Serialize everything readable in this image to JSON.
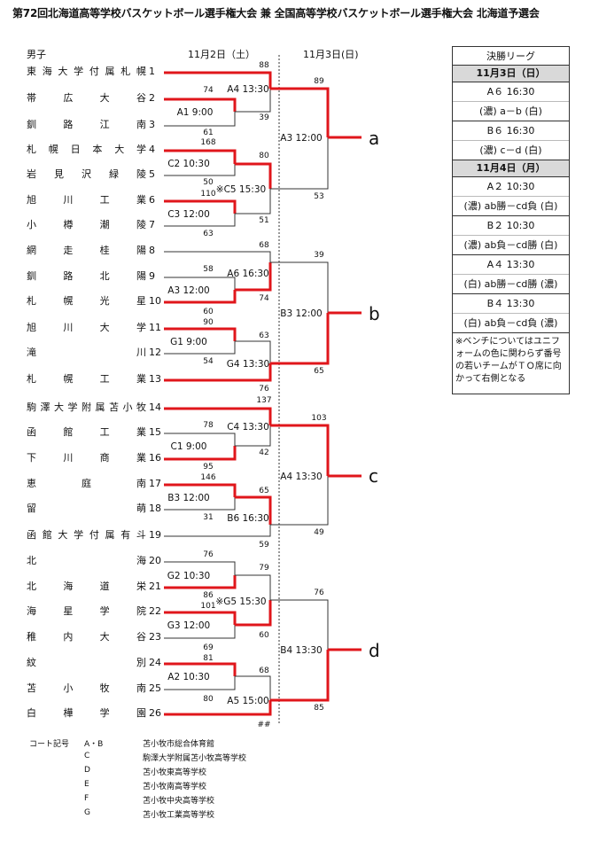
{
  "title": "第72回北海道高等学校バスケットボール選手権大会 兼 全国高等学校バスケットボール選手権大会 北海道予選会",
  "gender": "男子",
  "dates": {
    "day1": "11月2日（土）",
    "day2": "11月3日(日)"
  },
  "teams": [
    {
      "seed": "1",
      "chars": [
        "東",
        "海",
        "大",
        "学",
        "付",
        "属",
        "札",
        "幌"
      ]
    },
    {
      "seed": "2",
      "chars": [
        "帯",
        "広",
        "大",
        "谷"
      ]
    },
    {
      "seed": "3",
      "chars": [
        "釧",
        "路",
        "江",
        "南"
      ]
    },
    {
      "seed": "4",
      "chars": [
        "札",
        "幌",
        "日",
        "本",
        "大",
        "学"
      ]
    },
    {
      "seed": "5",
      "chars": [
        "岩",
        "見",
        "沢",
        "緑",
        "陵"
      ]
    },
    {
      "seed": "6",
      "chars": [
        "旭",
        "川",
        "工",
        "業"
      ]
    },
    {
      "seed": "7",
      "chars": [
        "小",
        "樽",
        "潮",
        "陵"
      ]
    },
    {
      "seed": "8",
      "chars": [
        "網",
        "走",
        "桂",
        "陽"
      ]
    },
    {
      "seed": "9",
      "chars": [
        "釧",
        "路",
        "北",
        "陽"
      ]
    },
    {
      "seed": "10",
      "chars": [
        "札",
        "幌",
        "光",
        "星"
      ]
    },
    {
      "seed": "11",
      "chars": [
        "旭",
        "川",
        "大",
        "学"
      ]
    },
    {
      "seed": "12",
      "chars": [
        "滝",
        "川"
      ]
    },
    {
      "seed": "13",
      "chars": [
        "札",
        "幌",
        "工",
        "業"
      ]
    },
    {
      "seed": "14",
      "chars": [
        "駒",
        "澤",
        "大",
        "学",
        "附",
        "属",
        "苫",
        "小",
        "牧"
      ]
    },
    {
      "seed": "15",
      "chars": [
        "函",
        "館",
        "工",
        "業"
      ]
    },
    {
      "seed": "16",
      "chars": [
        "下",
        "川",
        "商",
        "業"
      ]
    },
    {
      "seed": "17",
      "chars": [
        "恵",
        "庭",
        "南"
      ]
    },
    {
      "seed": "18",
      "chars": [
        "留",
        "萌"
      ]
    },
    {
      "seed": "19",
      "chars": [
        "函",
        "館",
        "大",
        "学",
        "付",
        "属",
        "有",
        "斗"
      ]
    },
    {
      "seed": "20",
      "chars": [
        "北",
        "海"
      ]
    },
    {
      "seed": "21",
      "chars": [
        "北",
        "海",
        "道",
        "栄"
      ]
    },
    {
      "seed": "22",
      "chars": [
        "海",
        "星",
        "学",
        "院"
      ]
    },
    {
      "seed": "23",
      "chars": [
        "稚",
        "内",
        "大",
        "谷"
      ]
    },
    {
      "seed": "24",
      "chars": [
        "紋",
        "別"
      ]
    },
    {
      "seed": "25",
      "chars": [
        "苫",
        "小",
        "牧",
        "南"
      ]
    },
    {
      "seed": "26",
      "chars": [
        "白",
        "樺",
        "学",
        "園"
      ]
    }
  ],
  "matches": {
    "m1": "A1 9:00",
    "m2": "C2 10:30",
    "m3": "C3 12:00",
    "m4": "A3 12:00",
    "m5": "G1 9:00",
    "m6": "C1 9:00",
    "m7": "B3 12:00",
    "m8": "G2 10:30",
    "m9": "G3 12:00",
    "m10": "A2 10:30",
    "r2a": "A4 13:30",
    "r2b": "※C5 15:30",
    "r2c": "A6 16:30",
    "r2d": "G4 13:30",
    "r2e": "C4 13:30",
    "r2f": "B6 16:30",
    "r2g": "※G5 15:30",
    "r2h": "A5 15:00",
    "r3a": "A3 12:00",
    "r3b": "B3 12:00",
    "r3c": "A4 13:30",
    "r3d": "B4 13:30"
  },
  "scores": {
    "s1": "88",
    "s2": "74",
    "s3": "39",
    "s4": "61",
    "s5": "168",
    "s6": "80",
    "s7": "50",
    "s8": "110",
    "s9": "51",
    "s10": "63",
    "s11": "68",
    "s12": "58",
    "s13": "74",
    "s14": "60",
    "s15": "90",
    "s16": "63",
    "s17": "54",
    "s18": "76",
    "s19": "137",
    "s20": "78",
    "s21": "42",
    "s22": "95",
    "s23": "146",
    "s24": "65",
    "s25": "31",
    "s26": "59",
    "s27": "76",
    "s28": "79",
    "s29": "86",
    "s30": "101",
    "s31": "60",
    "s32": "69",
    "s33": "81",
    "s34": "68",
    "s35": "80",
    "s36": "##",
    "f1": "89",
    "f2": "53",
    "f3": "39",
    "f4": "65",
    "f5": "103",
    "f6": "49",
    "f7": "76",
    "f8": "85"
  },
  "blocks": [
    "a",
    "b",
    "c",
    "d"
  ],
  "final_league": {
    "header": "決勝リーグ",
    "day1": "11月3日（日）",
    "day1_rows": [
      "A６ 16:30",
      "(濃) a－b (白)",
      "B６ 16:30",
      "(濃) c－d (白)"
    ],
    "day2": "11月4日（月）",
    "day2_rows": [
      "A２ 10:30",
      "(濃) ab勝－cd負 (白)",
      "B２ 10:30",
      "(濃) ab負－cd勝 (白)",
      "A４ 13:30",
      "(白) ab勝－cd勝 (濃)",
      "B４ 13:30",
      "(白) ab負－cd負 (濃)"
    ],
    "note": "※ベンチについてはユニフォームの色に関わらず番号の若いチームがＴＯ席に向かって右側となる"
  },
  "courts": {
    "label": "コート記号",
    "items": [
      {
        "code": "A・B",
        "venue": "苫小牧市総合体育館"
      },
      {
        "code": "C",
        "venue": "駒澤大学附属苫小牧高等学校"
      },
      {
        "code": "D",
        "venue": "苫小牧東高等学校"
      },
      {
        "code": "E",
        "venue": "苫小牧南高等学校"
      },
      {
        "code": "F",
        "venue": "苫小牧中央高等学校"
      },
      {
        "code": "G",
        "venue": "苫小牧工業高等学校"
      }
    ]
  },
  "colors": {
    "winner_line": "#e0161b",
    "line": "#333333",
    "panel_header": "#d9d9d9"
  }
}
